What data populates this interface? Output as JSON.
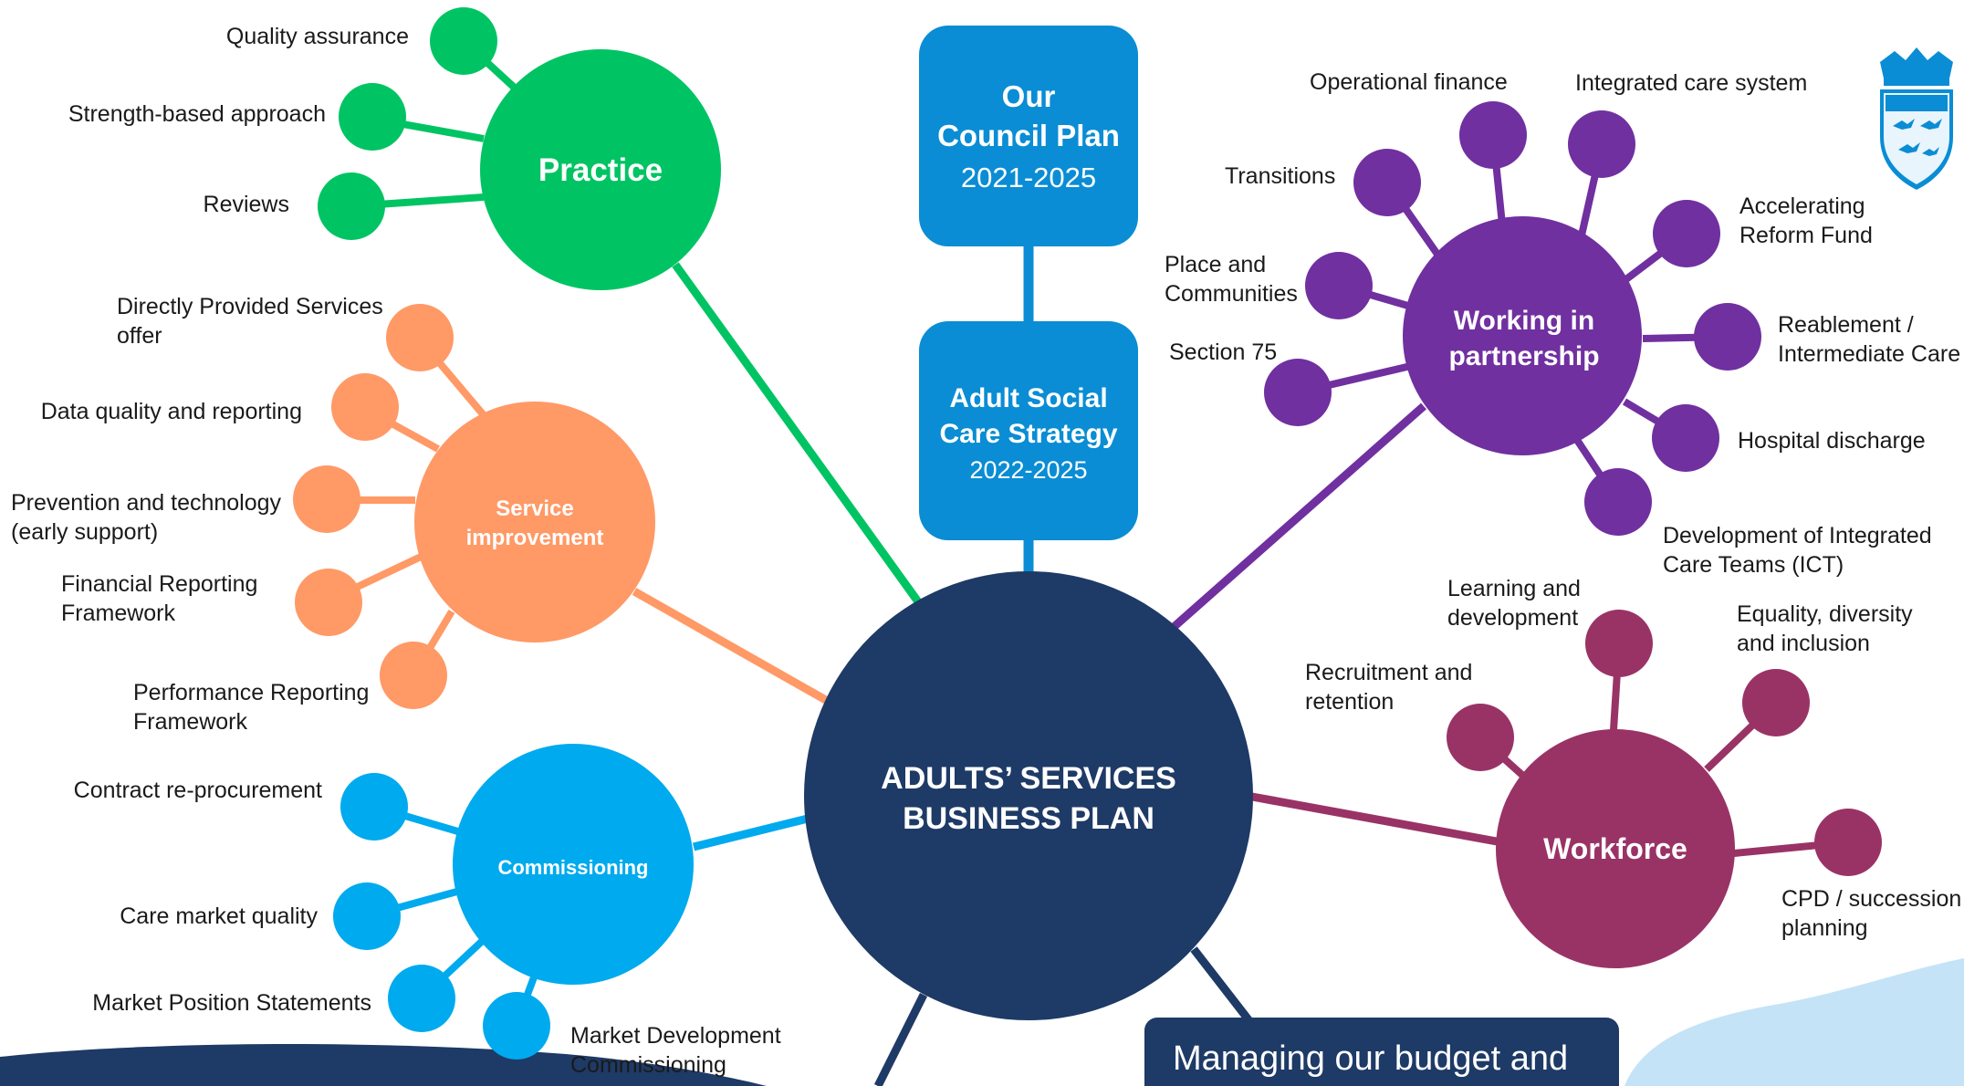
{
  "central": {
    "line1": "ADULTS’ SERVICES",
    "line2": "BUSINESS PLAN"
  },
  "council_plan": {
    "line1": "Our",
    "line2": "Council Plan",
    "years": "2021-2025"
  },
  "asc_strategy": {
    "line1": "Adult Social",
    "line2": "Care Strategy",
    "years": "2022-2025"
  },
  "budget_box": {
    "text": "Managing our budget and"
  },
  "colors": {
    "navy": "#1e3a66",
    "practice": "#00c463",
    "service_improvement": "#ff9966",
    "commissioning": "#00aaee",
    "partnership": "#7030a0",
    "workforce": "#993366",
    "strategy_boxes": "#0a8dd4"
  },
  "hubs": {
    "practice": {
      "label": "Practice",
      "leaves": [
        "Quality assurance",
        "Strength-based approach",
        "Reviews"
      ]
    },
    "service_improvement": {
      "line1": "Service",
      "line2": "improvement",
      "leaves": [
        [
          "Directly Provided Services",
          "offer"
        ],
        [
          "Data quality and reporting"
        ],
        [
          "Prevention and technology",
          "(early support)"
        ],
        [
          "Financial Reporting",
          "Framework"
        ],
        [
          "Performance Reporting",
          "Framework"
        ]
      ]
    },
    "commissioning": {
      "label": "Commissioning",
      "leaves": [
        [
          "Contract re-procurement"
        ],
        [
          "Care market quality"
        ],
        [
          "Market Position Statements"
        ],
        [
          "Market Development",
          "Commissioning"
        ]
      ]
    },
    "partnership": {
      "line1": "Working in",
      "line2": "partnership",
      "leaves": [
        [
          "Operational finance"
        ],
        [
          "Integrated care system"
        ],
        [
          "Transitions"
        ],
        [
          "Accelerating",
          "Reform Fund"
        ],
        [
          "Place and",
          "Communities"
        ],
        [
          "Reablement /",
          "Intermediate Care"
        ],
        [
          "Section 75"
        ],
        [
          "Hospital discharge"
        ],
        [
          "Development of Integrated",
          "Care Teams (ICT)"
        ]
      ]
    },
    "workforce": {
      "label": "Workforce",
      "leaves": [
        [
          "Learning and",
          "development"
        ],
        [
          "Equality, diversity",
          "and inclusion"
        ],
        [
          "Recruitment and",
          "retention"
        ],
        [
          "CPD / succession",
          "planning"
        ]
      ]
    }
  },
  "crest_icon": "council-crest-icon"
}
